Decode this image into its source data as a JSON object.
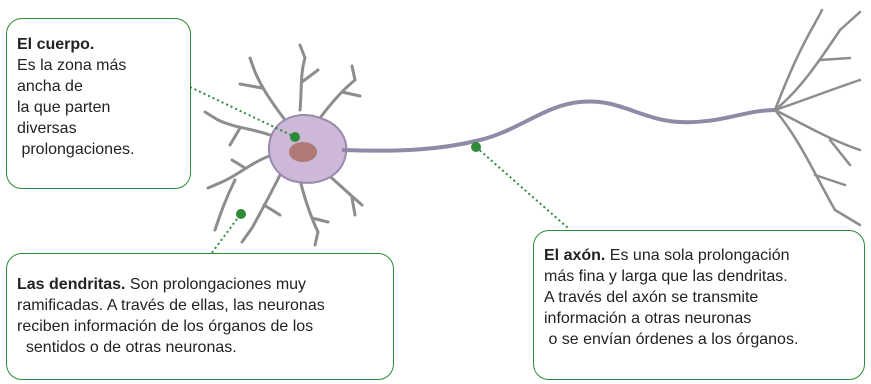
{
  "colors": {
    "accent": "#2e8b3a",
    "cell_body": "#c7b2d3",
    "dendrite": "#8a8a8a",
    "axon": "#8f8aa6",
    "nucleus": "#a06b6b"
  },
  "callouts": {
    "cuerpo": {
      "title": "El cuerpo.",
      "lines": [
        "Es la zona más",
        "ancha de",
        "la que parten",
        "diversas",
        " prolongaciones."
      ]
    },
    "dendritas": {
      "title": "Las dendritas.",
      "lines": [
        " Son prolongaciones muy",
        "ramificadas. A través de ellas, las neuronas",
        "reciben información de los órganos de los",
        "  sentidos o de otras neuronas."
      ]
    },
    "axon": {
      "title": "El axón.",
      "lines": [
        " Es una sola prolongación",
        "más fina y larga que las dendritas.",
        "A través del axón se transmite",
        "información a otras neuronas",
        " o se envían órdenes a los órganos."
      ]
    }
  }
}
